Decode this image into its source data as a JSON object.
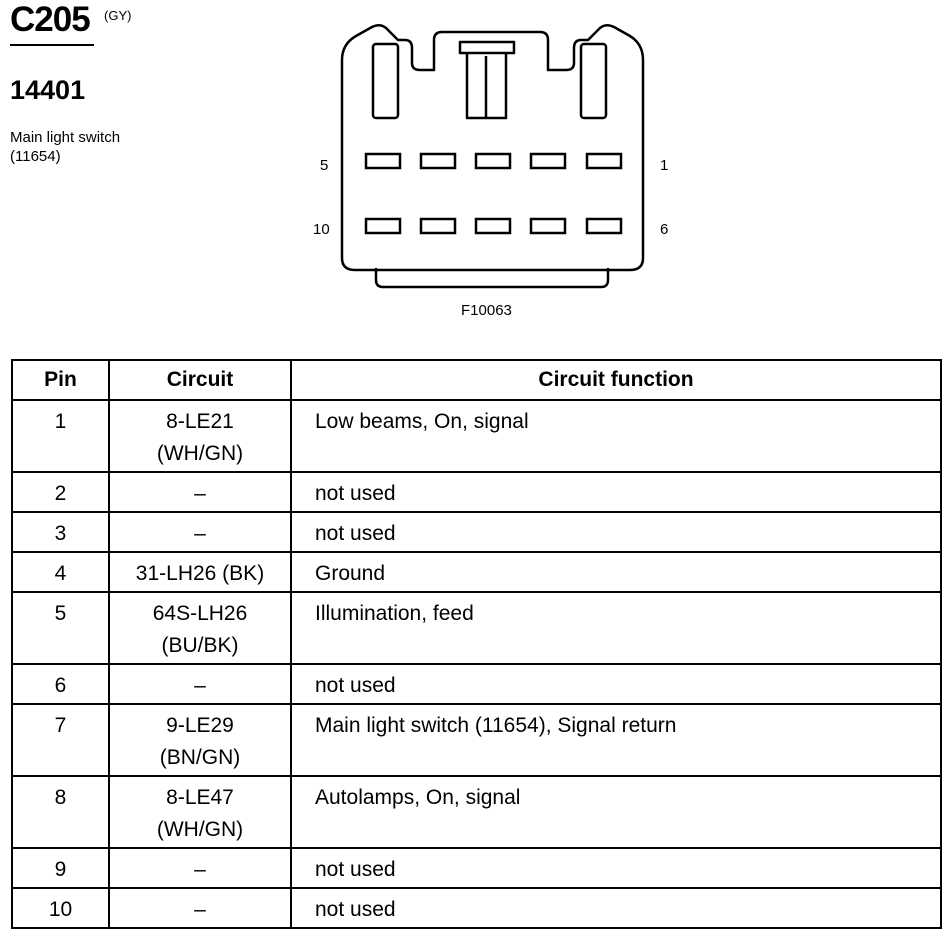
{
  "header": {
    "connector_id": "C205",
    "color_code": "(GY)",
    "part_number": "14401",
    "description_line1": "Main light switch",
    "description_line2": "(11654)"
  },
  "connector_view": {
    "label_pin5": "5",
    "label_pin1": "1",
    "label_pin10": "10",
    "label_pin6": "6",
    "figure_id": "F10063"
  },
  "table": {
    "headers": {
      "pin": "Pin",
      "circuit": "Circuit",
      "function": "Circuit function"
    },
    "rows": [
      {
        "pin": "1",
        "circuit_line1": "8-LE21",
        "circuit_line2": "(WH/GN)",
        "function": "Low beams, On, signal"
      },
      {
        "pin": "2",
        "circuit_line1": "–",
        "circuit_line2": "",
        "function": "not used"
      },
      {
        "pin": "3",
        "circuit_line1": "–",
        "circuit_line2": "",
        "function": "not used"
      },
      {
        "pin": "4",
        "circuit_line1": "31-LH26 (BK)",
        "circuit_line2": "",
        "function": "Ground"
      },
      {
        "pin": "5",
        "circuit_line1": "64S-LH26",
        "circuit_line2": "(BU/BK)",
        "function": "Illumination, feed"
      },
      {
        "pin": "6",
        "circuit_line1": "–",
        "circuit_line2": "",
        "function": "not used"
      },
      {
        "pin": "7",
        "circuit_line1": "9-LE29",
        "circuit_line2": "(BN/GN)",
        "function": "Main light switch (11654), Signal return"
      },
      {
        "pin": "8",
        "circuit_line1": "8-LE47",
        "circuit_line2": "(WH/GN)",
        "function": "Autolamps, On, signal"
      },
      {
        "pin": "9",
        "circuit_line1": "–",
        "circuit_line2": "",
        "function": "not used"
      },
      {
        "pin": "10",
        "circuit_line1": "–",
        "circuit_line2": "",
        "function": "not used"
      }
    ]
  }
}
